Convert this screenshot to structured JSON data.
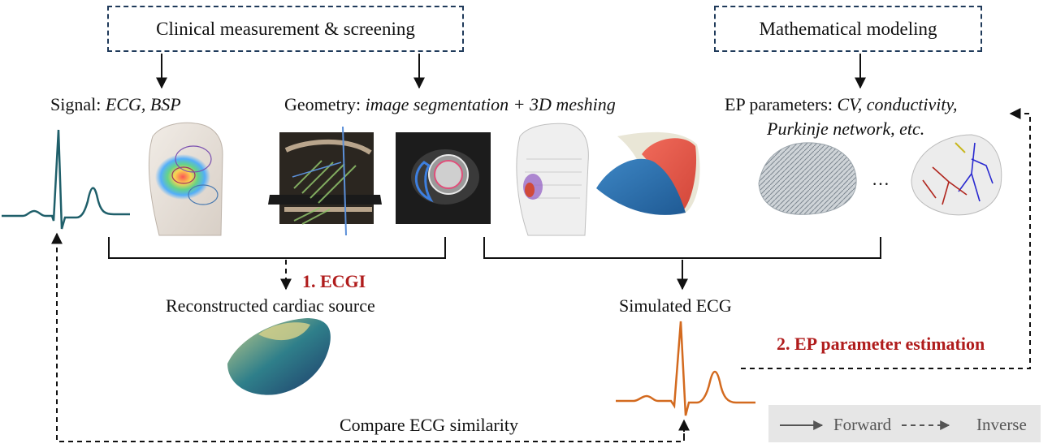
{
  "boxes": {
    "clinical": "Clinical measurement & screening",
    "math": "Mathematical modeling"
  },
  "labels": {
    "signal_prefix": "Signal: ",
    "signal_items": "ECG, BSP",
    "geometry_prefix": "Geometry: ",
    "geometry_items": "image segmentation + 3D meshing",
    "ep_prefix": "EP parameters: ",
    "ep_items_line1": "CV, conductivity,",
    "ep_items_line2": "Purkinje network, etc.",
    "ellipsis": "…",
    "reconstructed": "Reconstructed cardiac source",
    "simulated": "Simulated ECG",
    "compare": "Compare ECG similarity"
  },
  "steps": {
    "ecgi": "1. ECGI",
    "ep_estimation": "2. EP parameter estimation"
  },
  "legend": {
    "forward": "Forward",
    "inverse": "Inverse"
  },
  "colors": {
    "box_border": "#1f3a5a",
    "step_red": "#b01c1c",
    "ecg_teal": "#1f5f6a",
    "ecg_orange": "#d36a1f"
  }
}
